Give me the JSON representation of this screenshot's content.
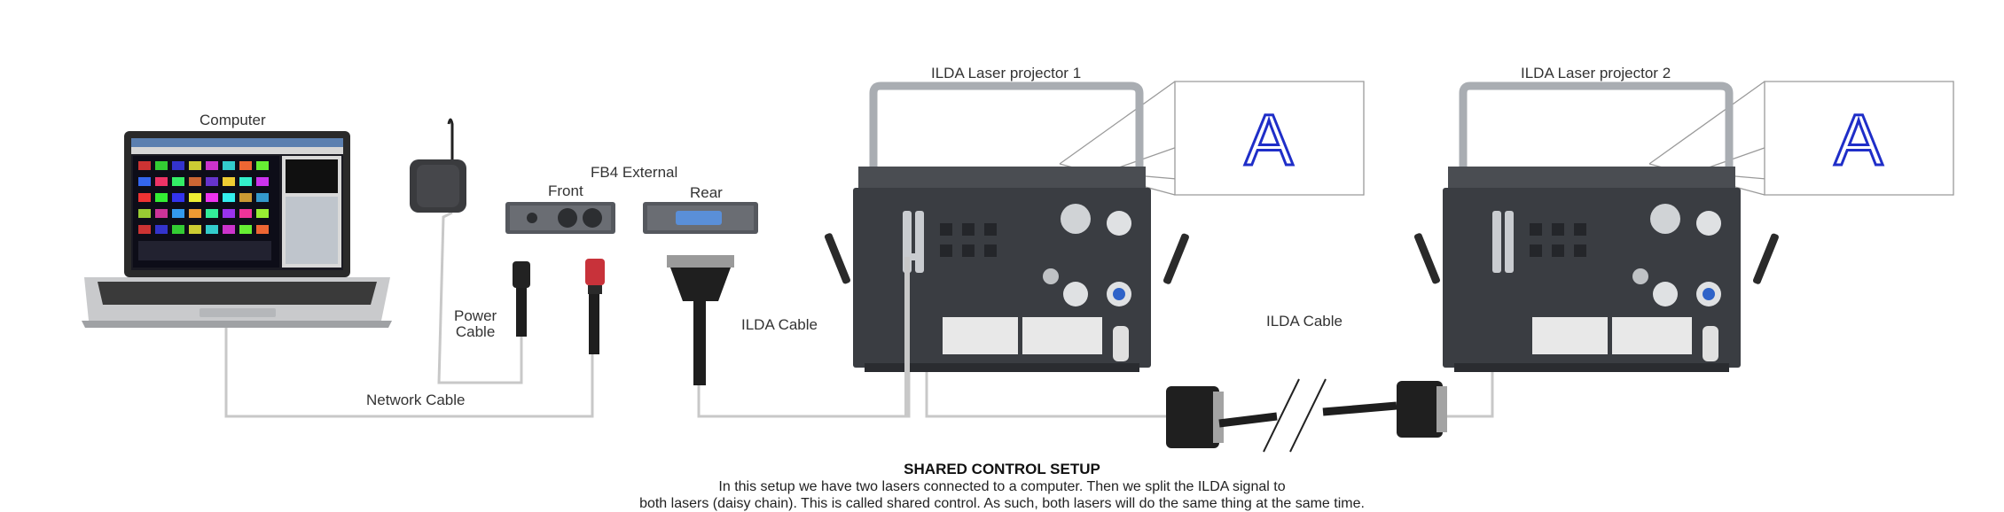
{
  "labels": {
    "computer": "Computer",
    "fb4_external": "FB4 External",
    "front": "Front",
    "rear": "Rear",
    "power_cable": "Power\nCable",
    "network_cable": "Network Cable",
    "ilda_cable_1": "ILDA Cable",
    "ilda_cable_2": "ILDA Cable",
    "projector_1": "ILDA Laser projector 1",
    "projector_2": "ILDA Laser projector 2",
    "projection_letter": "A"
  },
  "caption": {
    "title": "SHARED CONTROL SETUP",
    "line1": "In this setup we have two lasers connected to a computer. Then we split the ILDA signal to",
    "line2": "both lasers (daisy chain). This is called shared control. As such, both lasers will do the same thing at the same time."
  },
  "colors": {
    "cable_gray": "#c8c8c8",
    "device_dark": "#3a3d42",
    "projection_blue": "#1f2ec8",
    "connector_red": "#c8323a"
  }
}
